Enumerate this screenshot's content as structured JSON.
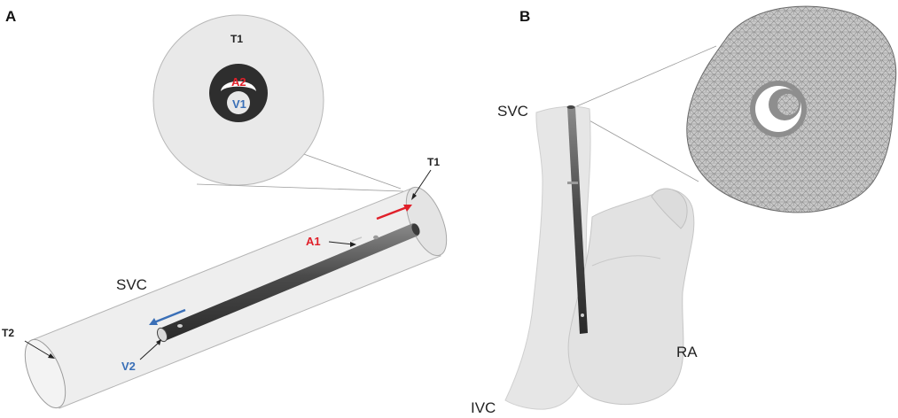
{
  "panels": {
    "a": {
      "letter": "A",
      "zoom_title": "T1",
      "lumen_arterial": "A2",
      "lumen_venous": "V1",
      "outlet_label": "T1",
      "inlet_label": "T2",
      "vessel_label": "SVC",
      "arterial_port": "A1",
      "venous_port": "V2"
    },
    "b": {
      "letter": "B",
      "svc_label": "SVC",
      "ra_label": "RA",
      "ivc_label": "IVC"
    }
  },
  "colors": {
    "arterial": "#e0202a",
    "venous": "#3a6fb7",
    "vessel_fill": "#ececec",
    "catheter": "#555555"
  }
}
